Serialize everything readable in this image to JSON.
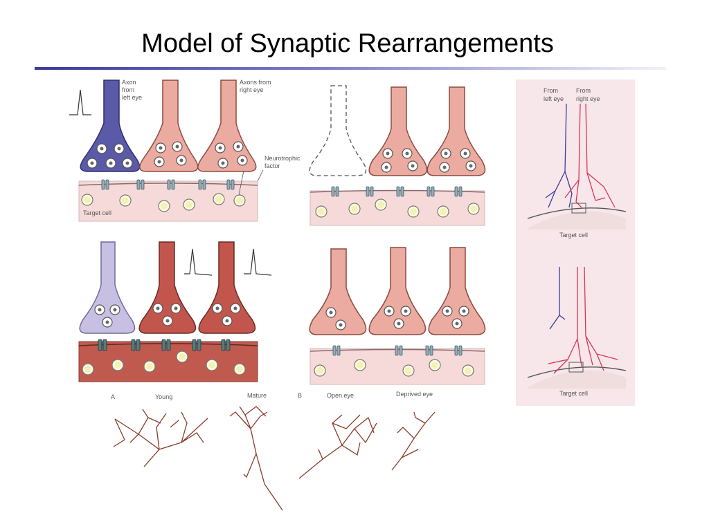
{
  "slide": {
    "title": "Model of Synaptic Rearrangements"
  },
  "labels": {
    "axon_left_line1": "Axon",
    "axon_left_line2": "from",
    "axon_left_line3": "left eye",
    "axons_right_line1": "Axons from",
    "axons_right_line2": "right eye",
    "neurotrophic_line1": "Neurotrophic",
    "neurotrophic_line2": "factor",
    "target_cell": "Target cell",
    "panel_a": "A",
    "young": "Young",
    "mature": "Mature",
    "panel_b": "B",
    "open_eye": "Open eye",
    "deprived_eye": "Deprived eye",
    "from_left_eye_line1": "From",
    "from_left_eye_line2": "left eye",
    "from_right_eye_line1": "From",
    "from_right_eye_line2": "right eye",
    "target_cell_top": "Target cell",
    "target_cell_bottom": "Target cell"
  },
  "colors": {
    "axon_blue": "#5a5aa8",
    "axon_pink": "#ecaba0",
    "axon_red": "#c2564d",
    "axon_lavender": "#c7c0e3",
    "target_pink": "#f6dada",
    "target_red": "#c05a4f",
    "branch_brown": "#8a3a2a",
    "right_panel_bg": "#f7e6ea"
  }
}
